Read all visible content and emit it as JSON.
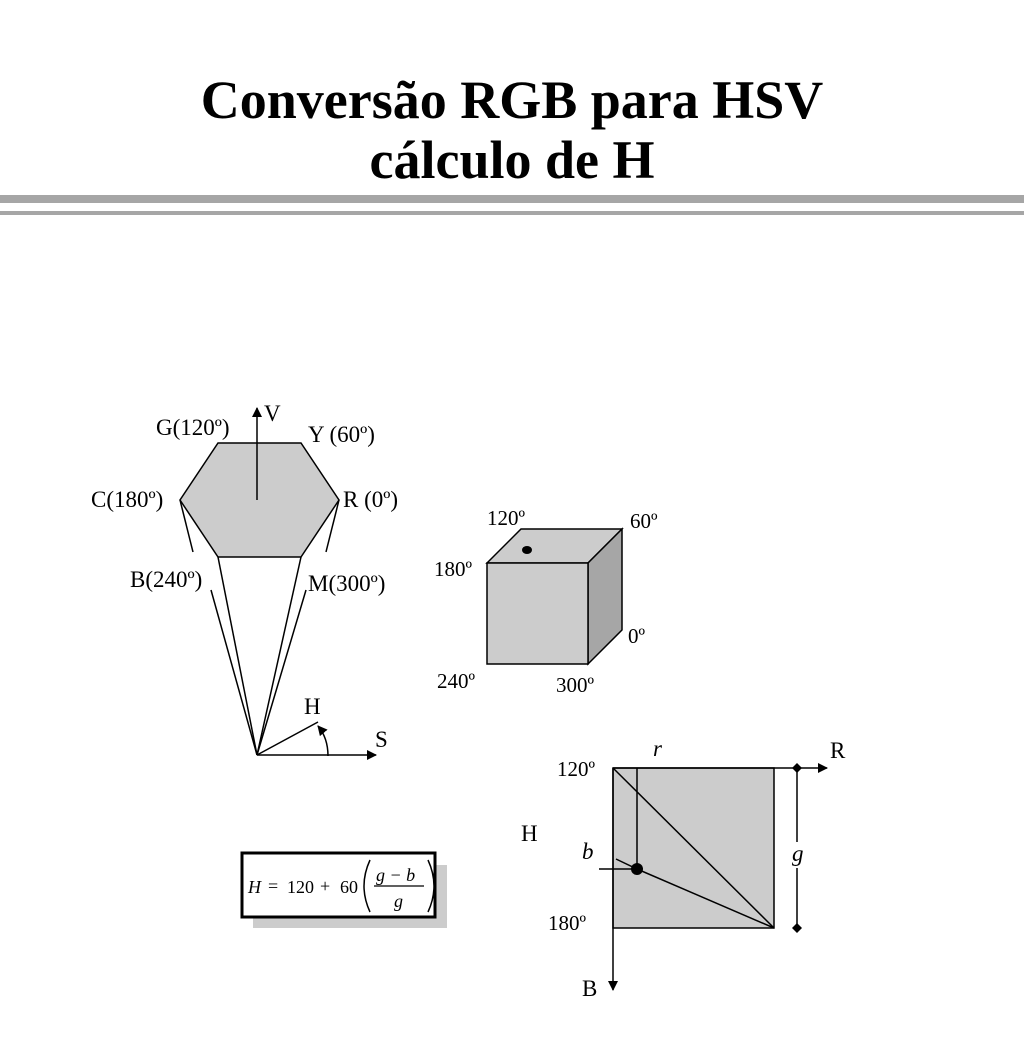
{
  "slide": {
    "title_line1": "Conversão RGB para HSV",
    "title_line2": "cálculo de H"
  },
  "hexcone": {
    "v": "V",
    "g": "G(120º)",
    "y": "Y (60º)",
    "c": "C(180º)",
    "r": "R (0º)",
    "b": "B(240º)",
    "m": "M(300º)",
    "h": "H",
    "s": "S"
  },
  "cube": {
    "a120": "120º",
    "a60": "60º",
    "a180": "180º",
    "a0": "0º",
    "a240": "240º",
    "a300": "300º"
  },
  "square": {
    "r_small": "r",
    "R": "R",
    "a120": "120º",
    "H": "H",
    "b_small": "b",
    "g_small": "g",
    "a180": "180º",
    "B": "B"
  },
  "formula": {
    "lhs": "H",
    "eq": "=",
    "n120": "120",
    "plus": "+",
    "n60": "60",
    "numerator": "g − b",
    "denominator": "g"
  },
  "colors": {
    "fill": "#cccccc",
    "cube_side": "#a6a6a6",
    "rule": "#a6a6a6",
    "ink": "#000000"
  }
}
